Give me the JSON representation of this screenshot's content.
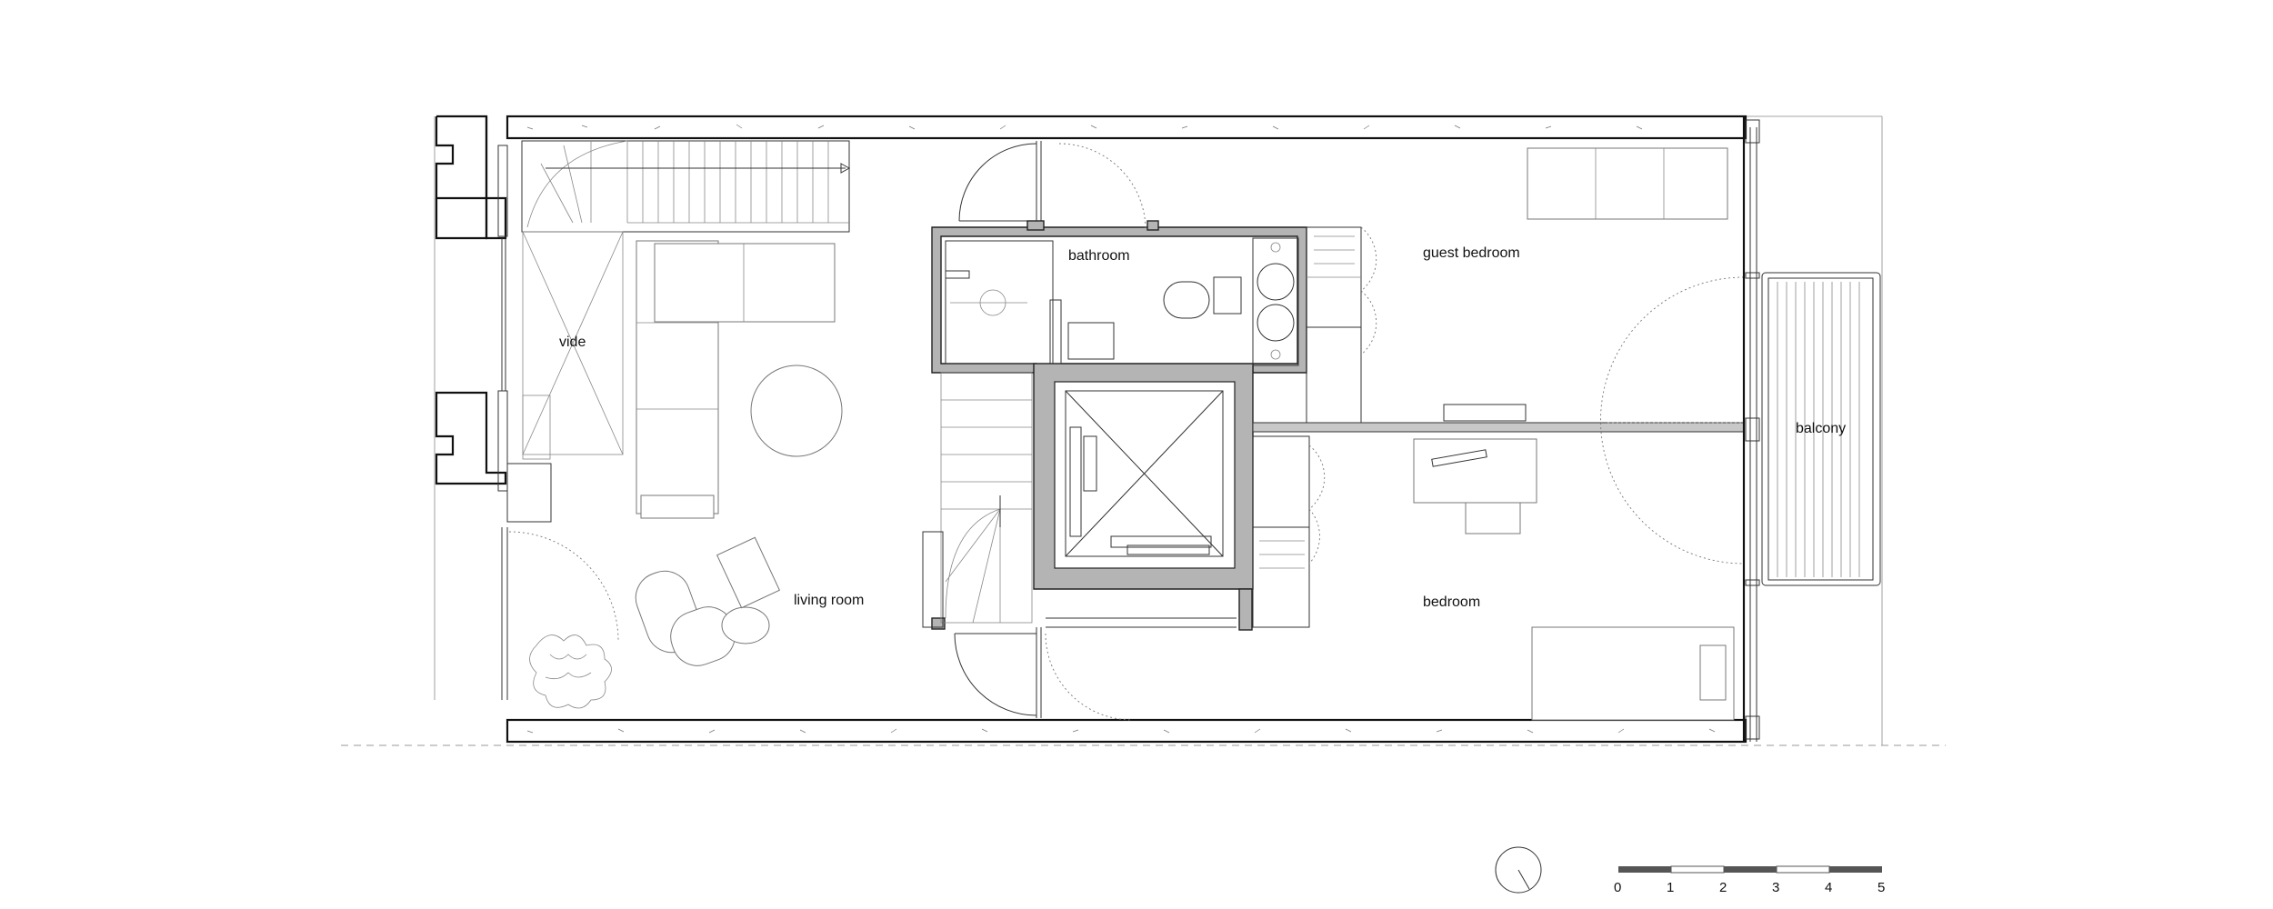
{
  "rooms": {
    "vide": "vide",
    "bathroom": "bathroom",
    "guest_bedroom": "guest bedroom",
    "living_room": "living room",
    "bedroom": "bedroom",
    "balcony": "balcony"
  },
  "scale_bar": {
    "ticks": [
      "0",
      "1",
      "2",
      "3",
      "4",
      "5"
    ]
  },
  "icons": {
    "north": "north-arrow-icon"
  }
}
